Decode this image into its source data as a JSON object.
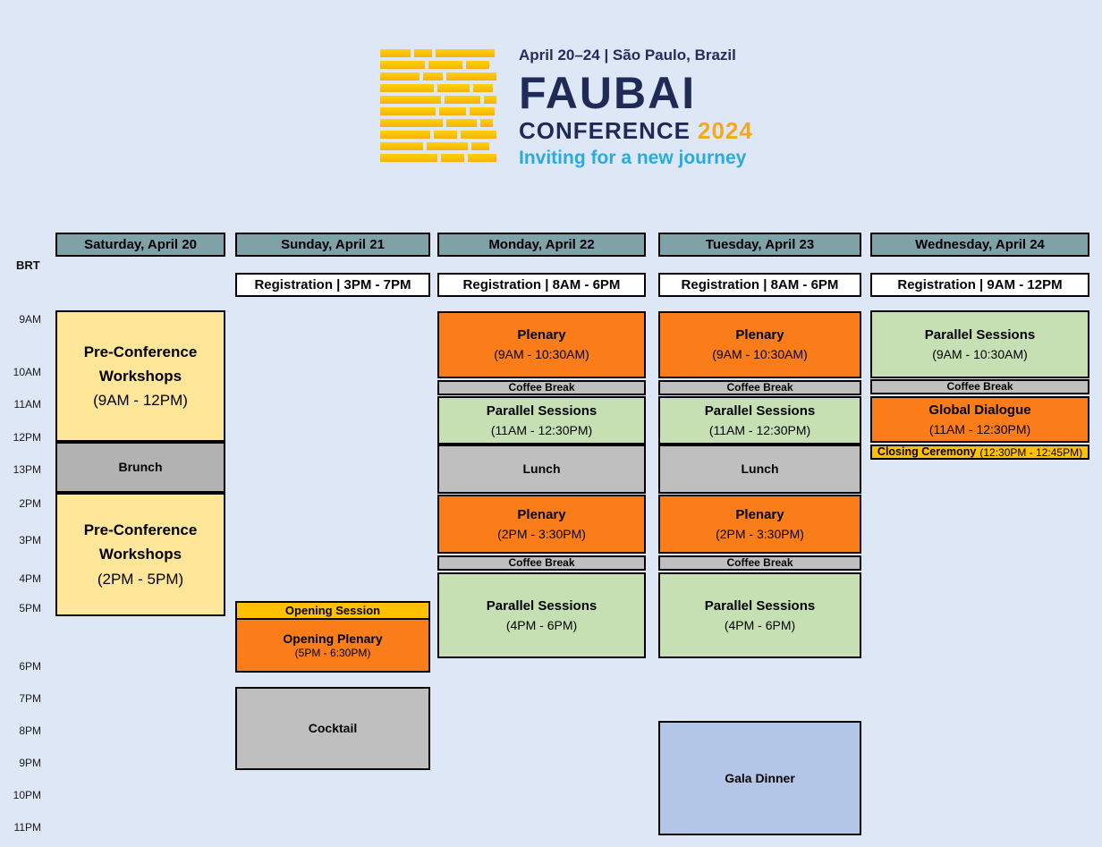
{
  "logo": {
    "dates_bold": "April 20–24",
    "dates_rest": " | São Paulo, Brazil",
    "brand": "FAUBAI",
    "conference": "CONFERENCE",
    "year": "2024",
    "slogan": "Inviting for a new journey"
  },
  "timezone_label": "BRT",
  "time_labels": [
    "9AM",
    "10AM",
    "11AM",
    "12PM",
    "13PM",
    "2PM",
    "3PM",
    "4PM",
    "5PM",
    "6PM",
    "7PM",
    "8PM",
    "9PM",
    "10PM",
    "11PM"
  ],
  "days": {
    "saturday": {
      "header": "Saturday, April 20",
      "events": {
        "workshops_am": {
          "title": "Pre-Conference Workshops",
          "time": "(9AM - 12PM)"
        },
        "brunch": {
          "title": "Brunch"
        },
        "workshops_pm": {
          "title": "Pre-Conference Workshops",
          "time": "(2PM - 5PM)"
        }
      }
    },
    "sunday": {
      "header": "Sunday, April 21",
      "registration": "Registration | 3PM - 7PM",
      "events": {
        "opening_session": {
          "title": "Opening Session"
        },
        "opening_plenary": {
          "title": "Opening Plenary",
          "time": "(5PM - 6:30PM)"
        },
        "cocktail": {
          "title": "Cocktail"
        }
      }
    },
    "monday": {
      "header": "Monday, April 22",
      "registration": "Registration | 8AM - 6PM",
      "events": {
        "plenary_am": {
          "title": "Plenary",
          "time": "(9AM - 10:30AM)"
        },
        "coffee_am": {
          "title": "Coffee Break"
        },
        "parallel_am": {
          "title": "Parallel Sessions",
          "time": "(11AM - 12:30PM)"
        },
        "lunch": {
          "title": "Lunch"
        },
        "plenary_pm": {
          "title": "Plenary",
          "time": "(2PM - 3:30PM)"
        },
        "coffee_pm": {
          "title": "Coffee Break"
        },
        "parallel_pm": {
          "title": "Parallel Sessions",
          "time": "(4PM - 6PM)"
        }
      }
    },
    "tuesday": {
      "header": "Tuesday, April 23",
      "registration": "Registration | 8AM - 6PM",
      "events": {
        "plenary_am": {
          "title": "Plenary",
          "time": "(9AM - 10:30AM)"
        },
        "coffee_am": {
          "title": "Coffee Break"
        },
        "parallel_am": {
          "title": "Parallel Sessions",
          "time": "(11AM - 12:30PM)"
        },
        "lunch": {
          "title": "Lunch"
        },
        "plenary_pm": {
          "title": "Plenary",
          "time": "(2PM - 3:30PM)"
        },
        "coffee_pm": {
          "title": "Coffee Break"
        },
        "parallel_pm": {
          "title": "Parallel Sessions",
          "time": "(4PM - 6PM)"
        },
        "gala": {
          "title": "Gala Dinner"
        }
      }
    },
    "wednesday": {
      "header": "Wednesday, April 24",
      "registration": "Registration | 9AM - 12PM",
      "events": {
        "parallel_am": {
          "title": "Parallel Sessions",
          "time": "(9AM - 10:30AM)"
        },
        "coffee_am": {
          "title": "Coffee Break"
        },
        "global_dialogue": {
          "title": "Global Dialogue",
          "time": "(11AM - 12:30PM)"
        },
        "closing_ceremony": {
          "title": "Closing Ceremony",
          "time": "(12:30PM - 12:45PM)"
        }
      }
    }
  },
  "colors": {
    "background": "#DEE7F5",
    "header_teal": "#7EA2A8",
    "orange": "#FA7D1A",
    "green": "#C6E0B4",
    "yellow": "#FFE699",
    "gold": "#FFC000",
    "gray": "#BFBFBF",
    "gray_dark": "#B2B2B2",
    "gala_blue": "#B4C6E7",
    "navy": "#1F2A56",
    "slogan_blue": "#29ABE2",
    "logo_gold": "#FFC20E",
    "year_gold": "#F5A81C"
  }
}
